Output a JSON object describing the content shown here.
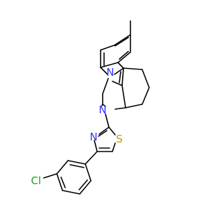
{
  "molecule": {
    "atoms": {
      "n_indole": "N",
      "n_amine": "N",
      "s_thiazole": "S",
      "n_thiazole": "N",
      "cl": "Cl"
    },
    "colors": {
      "bond": "#000000",
      "nitrogen": "#3333ff",
      "sulfur": "#b8a000",
      "chlorine": "#1fa01f"
    }
  }
}
